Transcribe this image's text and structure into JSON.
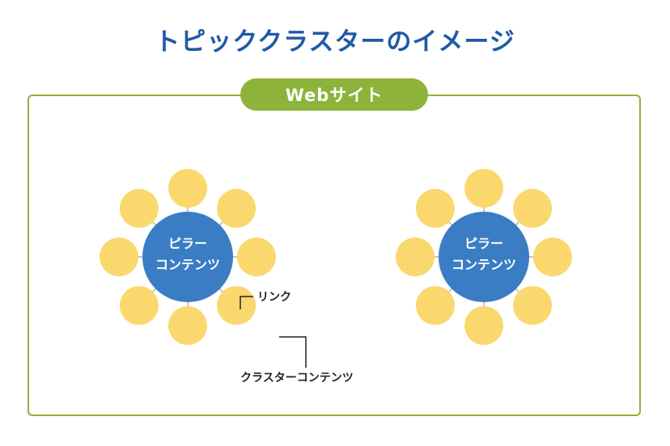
{
  "title": "トピッククラスターのイメージ",
  "website_label": "Webサイト",
  "pillar": {
    "line1": "ピラー",
    "line2": "コンテンツ"
  },
  "callouts": {
    "link": "リンク",
    "cluster": "クラスターコンテンツ"
  },
  "colors": {
    "title": "#1f5aa6",
    "frame": "#8db33b",
    "pillar": "#3a7dc4",
    "cluster": "#fbd86e",
    "link_line": "#c5c5c5"
  },
  "clusters": [
    {
      "name": "left-cluster",
      "spokes": 8
    },
    {
      "name": "right-cluster",
      "spokes": 8
    }
  ]
}
